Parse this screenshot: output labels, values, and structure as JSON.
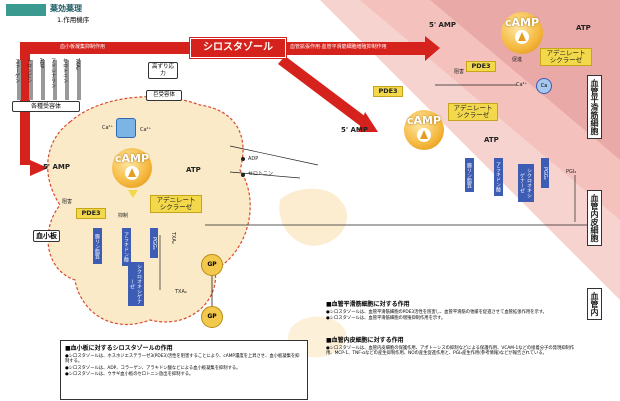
{
  "header": {
    "section": "薬効薬理",
    "subsection": "1.作用機序"
  },
  "drug": "シロスタゾール",
  "arrows": {
    "platelet_inhibition": "血小板凝集抑制作用",
    "vasodilation": "血管拡張作用·血管平滑筋細胞増殖抑制作用",
    "endothelial": "血管内皮保護作用"
  },
  "agonists": [
    "コラーゲン",
    "トロンビン",
    "ADP",
    "アドレナリン",
    "セロトニン",
    "TXA₂"
  ],
  "receptor_label": "各種受容体",
  "shear_stress": "高ずり応力",
  "vwf_label": "巨受容体",
  "ca_labels": {
    "ca2": "Ca²⁺",
    "ca2_platelet": "Ca²⁺",
    "ca2_smc": "Ca²⁺",
    "ca": "Ca"
  },
  "nodes": {
    "camp": "cAMP",
    "amp5": "5' AMP",
    "atp": "ATP",
    "pde3": "PDE3",
    "adenylate": "アデニレート\nシクラーゼ",
    "block": "阻害",
    "inhibit": "抑制",
    "promote": "促進",
    "pgi2": "PGI₂",
    "gp": "GP",
    "adp": "ADP",
    "serotonin": "セロトニン",
    "txa2": "TXA₂"
  },
  "platelet_pathway": {
    "phospholipid": "膜リン脂質",
    "arachidonic": "アラキドン酸",
    "pgg2": "PGG₂",
    "cyclooxygenase": "シクロオキシゲナーゼ",
    "txa2_synthase": "TXA₂"
  },
  "endo_pathway": {
    "phospholipid": "膜リン脂質",
    "arachidonic": "アラキドン酸",
    "cyclooxygenase": "シクロオキシゲナーゼ",
    "pgg2": "PGG₂"
  },
  "region_labels": {
    "platelet": "血小板",
    "smooth_muscle": "血管平滑筋細胞",
    "endothelial": "血管内皮細胞",
    "lumen": "血管内"
  },
  "notes": {
    "smc": {
      "title": "■血管平滑筋細胞に対する作用",
      "items": [
        "●シロスタゾールは、血管平滑筋細胞のPDE3活性を阻害し、血管平滑筋の弛緩を促進させて血管拡張作用を示す。",
        "●シロスタゾールは、血管平滑筋細胞の増殖抑制作用を示す。"
      ]
    },
    "endo": {
      "title": "■血管内皮細胞に対する作用",
      "items": [
        "●シロスタゾールは、血管内皮細胞の保護作用、アポトーシスの抑制などによる保護作用、VCAM-1などの接着分子の発現抑制作用、MCP-1、TNF-αなどの産生抑制作用、NOの産生促進作用と、PGI₂産生作用(参考情報)などが報告されている。"
      ]
    },
    "platelet": {
      "title": "■血小板に対するシロスタゾールの作用",
      "items": [
        "●シロスタゾールは、ホスホジエステラーゼ3(PDE3)活性を阻害することにより、cAMP濃度を上昇させ、血小板凝集を抑制する。",
        "●シロスタゾールは、ADP、コラーゲン、アラキドン酸などによる血小板凝集を抑制する。",
        "●シロスタゾールは、ウサギ血小板のセロトニン放出を抑制する。"
      ]
    }
  },
  "colors": {
    "teal": "#3a9a8f",
    "red_arrow": "#d6221c",
    "band_outer": "#f7d3cf",
    "band_inner": "#e9a9a7",
    "cell": "#fbeac8",
    "cell_border": "#d94b2e"
  }
}
